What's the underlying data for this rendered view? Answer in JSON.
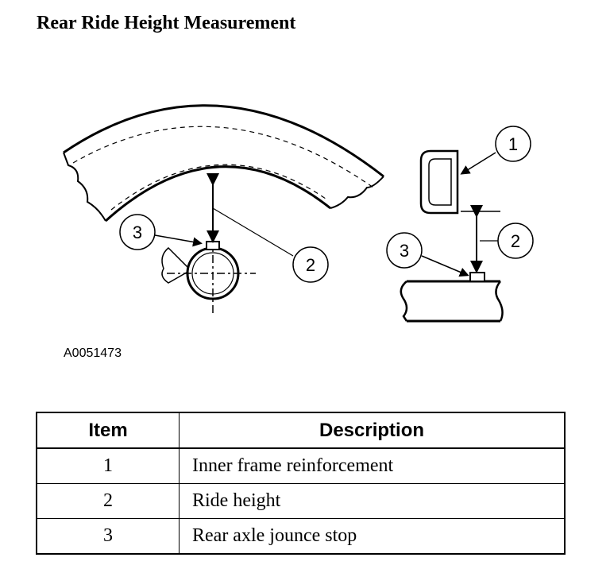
{
  "title": "Rear Ride Height Measurement",
  "figure_id": "A0051473",
  "callouts": {
    "left": {
      "c3": "3",
      "c2": "2"
    },
    "right": {
      "c1": "1",
      "c2": "2",
      "c3": "3"
    }
  },
  "table": {
    "headers": {
      "item": "Item",
      "description": "Description"
    },
    "rows": [
      {
        "item": "1",
        "description": "Inner frame reinforcement"
      },
      {
        "item": "2",
        "description": "Ride height"
      },
      {
        "item": "3",
        "description": "Rear axle jounce stop"
      }
    ]
  }
}
